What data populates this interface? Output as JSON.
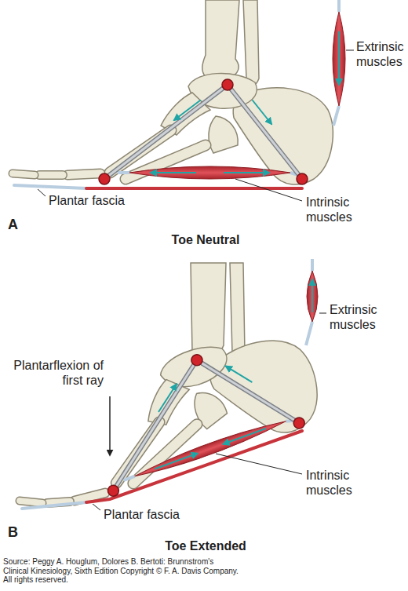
{
  "diagram": {
    "caption": "Source: Peggy A. Houglum, Dolores B. Bertoti: Brunnstrom's Clinical Kinesiology, Sixth Edition Copyright © F. A. Davis Company. All rights reserved.",
    "labels": [
      "Extrinsic muscles",
      "Intrinsic muscles",
      "Plantar fascia",
      "A",
      "Toe Neutral",
      "Extrinsic muscles",
      "Plantarflexion of first ray",
      "Intrinsic muscles",
      "Plantar fascia",
      "B",
      "Toe Extended"
    ]
  }
}
